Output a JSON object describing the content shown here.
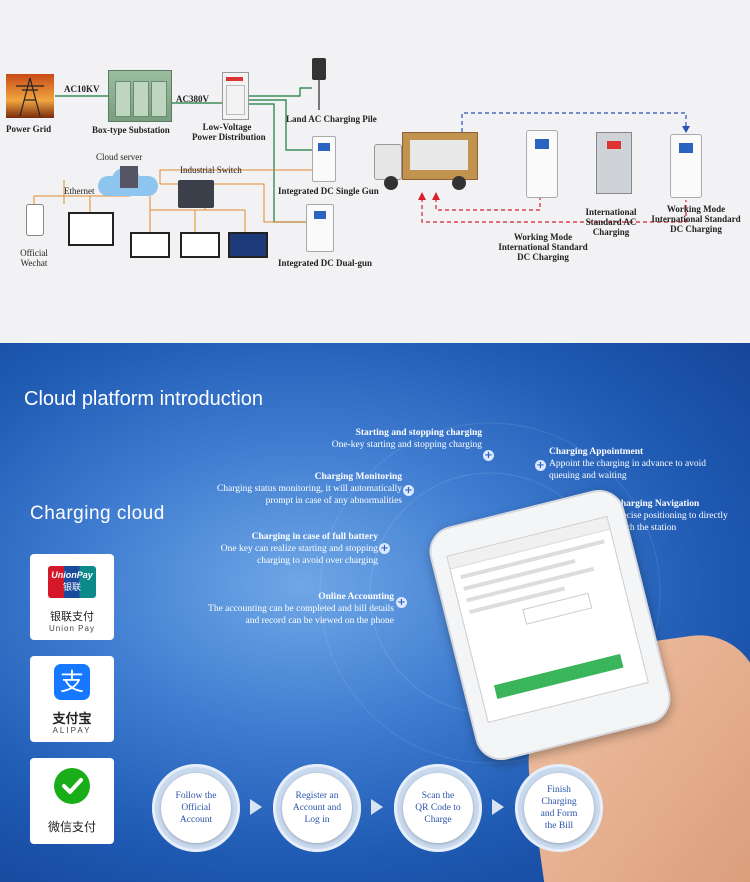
{
  "diagram": {
    "labels": {
      "power_grid": "Power Grid",
      "ac10kv": "AC10KV",
      "box_substation": "Box-type Substation",
      "ac380v": "AC380V",
      "low_voltage_1": "Low-Voltage",
      "low_voltage_2": "Power Distribution",
      "land_ac": "Land AC Charging Pile",
      "dc_single": "Integrated DC Single Gun",
      "dc_dual": "Integrated DC Dual-gun",
      "cloud_server": "Cloud server",
      "ethernet": "Ethernet",
      "industrial_switch": "Industrial Switch",
      "official_1": "Official",
      "official_2": "Wechat",
      "wm1_1": "Working Mode",
      "wm1_2": "International Standard",
      "wm1_3": "DC Charging",
      "intl_ac_1": "International",
      "intl_ac_2": "Standard AC",
      "intl_ac_3": "Charging",
      "wm2_1": "Working Mode",
      "wm2_2": "International Standard",
      "wm2_3": "DC Charging"
    }
  },
  "cloud": {
    "title": "Cloud platform introduction",
    "subtitle": "Charging cloud",
    "payments": [
      {
        "logo_top": "UnionPay",
        "logo_cn": "银联",
        "cn": "银联支付",
        "en": "Union Pay",
        "color": "#d4182a"
      },
      {
        "logo_cn": "支",
        "cn": "支付宝",
        "en": "ALIPAY",
        "color": "#1677ff"
      },
      {
        "cn": "微信支付",
        "en": "",
        "color": "#19ad19"
      }
    ],
    "features": {
      "start_stop": {
        "title": "Starting and stopping charging",
        "desc": "One-key starting and stopping charging"
      },
      "monitoring": {
        "title": "Charging Monitoring",
        "desc1": "Charging status monitoring, it will automatically",
        "desc2": "prompt in case of any abnormalities"
      },
      "full_battery": {
        "title": "Charging in case of full battery",
        "desc1": "One key can realize starting and stopping",
        "desc2": "charging to avoid over charging"
      },
      "accounting": {
        "title": "Online Accounting",
        "desc1": "The accounting can be completed and bill details",
        "desc2": "and record can be viewed on the phone"
      },
      "appointment": {
        "title": "Charging Appointment",
        "desc1": "Appoint the charging in advance to avoid",
        "desc2": "queuing and waiting"
      },
      "navigation": {
        "title": "Charging Navigation",
        "desc1": "Precise positioning to directly",
        "desc2": "reach the station"
      }
    },
    "steps": [
      {
        "l1": "Follow the",
        "l2": "Official",
        "l3": "Account"
      },
      {
        "l1": "Register an",
        "l2": "Account and",
        "l3": "Log in"
      },
      {
        "l1": "Scan the",
        "l2": "QR Code to",
        "l3": "Charge"
      },
      {
        "l1": "Finish",
        "l2": "Charging",
        "l3": "and Form",
        "l4": "the Bill"
      }
    ],
    "accent": "#2b63c1"
  }
}
